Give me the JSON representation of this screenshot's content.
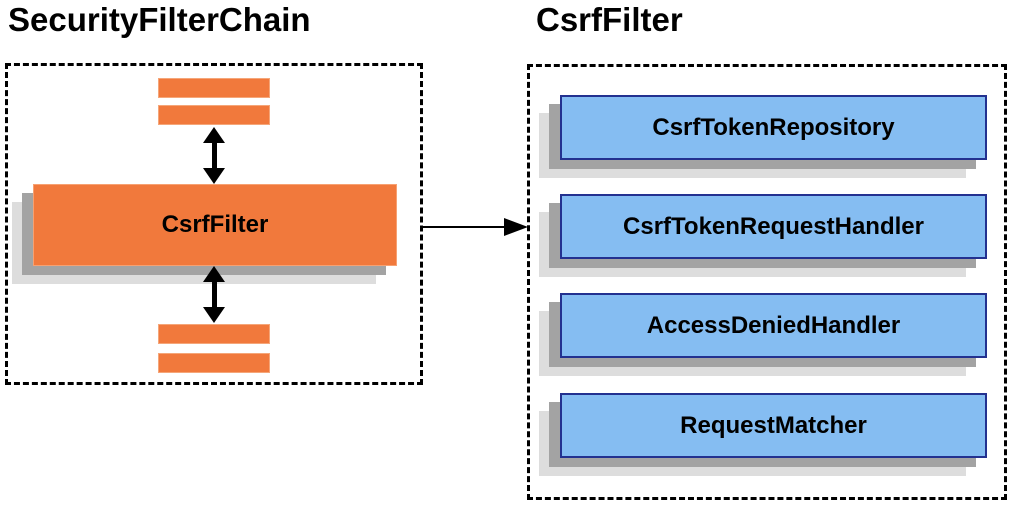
{
  "left_panel": {
    "title": "SecurityFilterChain",
    "filter_box_label": "CsrfFilter",
    "filter_placeholder_bars": {
      "above": 2,
      "below": 2
    }
  },
  "right_panel": {
    "title": "CsrfFilter",
    "components": [
      {
        "label": "CsrfTokenRepository"
      },
      {
        "label": "CsrfTokenRequestHandler"
      },
      {
        "label": "AccessDeniedHandler"
      },
      {
        "label": "RequestMatcher"
      }
    ]
  },
  "connector": {
    "type": "arrow-right",
    "from": "CsrfFilter (SecurityFilterChain)",
    "to": "CsrfFilter detail panel"
  },
  "icons": {
    "vertical_arrows": "bidirectional-arrow",
    "connector": "right-arrow"
  },
  "colors": {
    "background": "#FFFFFF",
    "orange_fill": "#F1793C",
    "orange_border": "#F5A679",
    "blue_fill": "#85BDF2",
    "blue_border": "#233190",
    "shadow_dark": "#A3A3A3",
    "shadow_light": "#DDDDDD",
    "text": "#000000",
    "dashed_border": "#000000"
  }
}
